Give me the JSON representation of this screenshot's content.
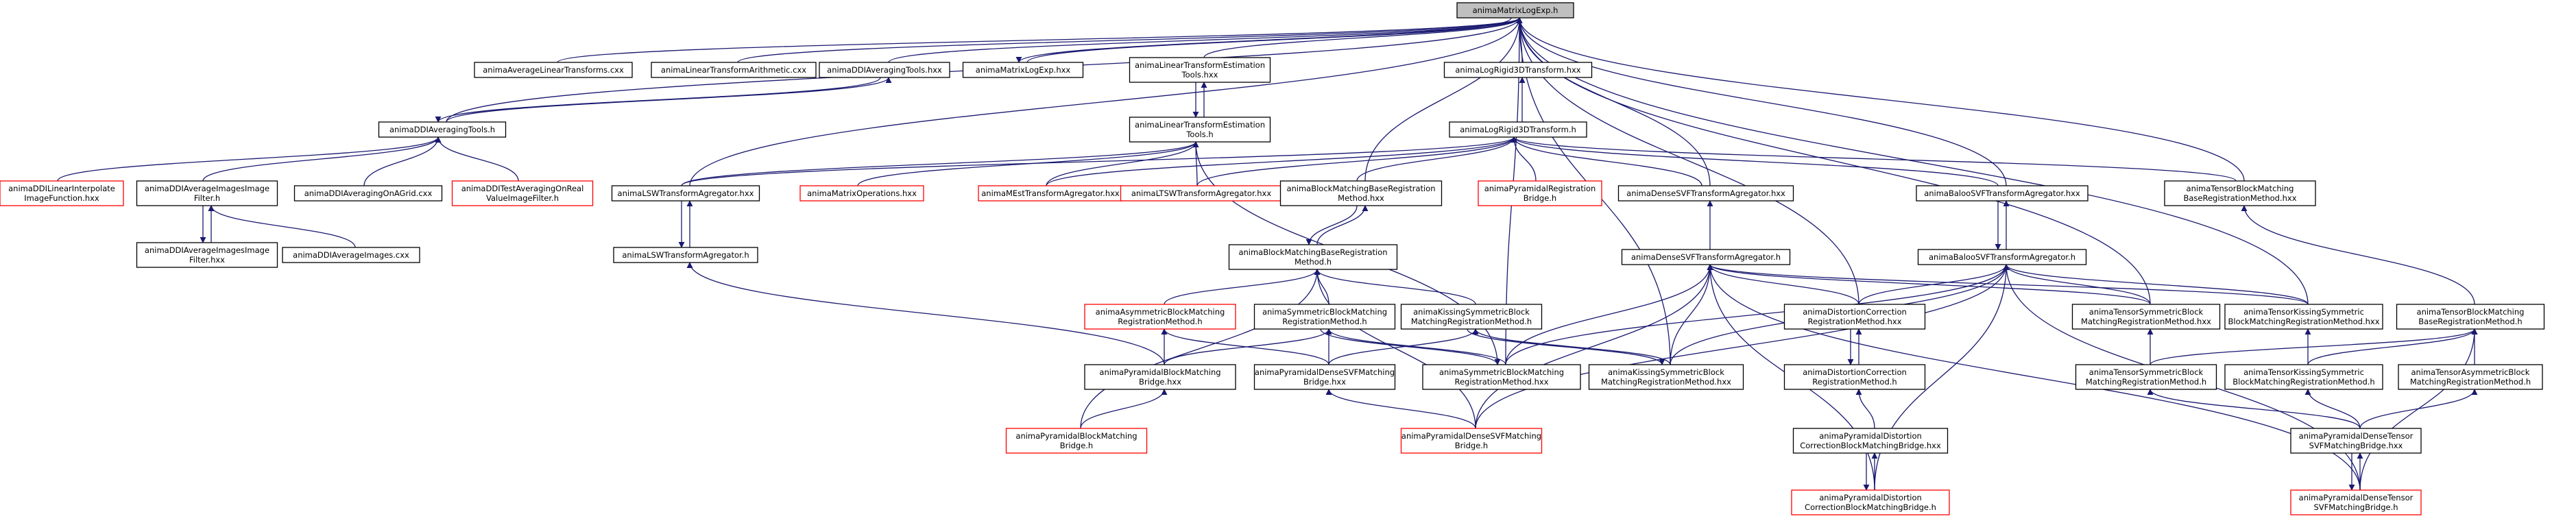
{
  "title": "animaMatrixLogExp.h",
  "colors": {
    "edge": "#191970",
    "root_fill": "#bfbfbf",
    "normal_border": "#000000",
    "undocumented_border": "#ff0000"
  },
  "nodes": [
    {
      "id": "n0",
      "lines": [
        "animaMatrixLogExp.h"
      ],
      "kind": "root"
    },
    {
      "id": "n1",
      "lines": [
        "animaAverageLinearTransforms.cxx"
      ],
      "kind": "black"
    },
    {
      "id": "n2",
      "lines": [
        "animaLinearTransformArithmetic.cxx"
      ],
      "kind": "black"
    },
    {
      "id": "n3",
      "lines": [
        "animaDDIAveragingTools.hxx"
      ],
      "kind": "black"
    },
    {
      "id": "n4",
      "lines": [
        "animaMatrixLogExp.hxx"
      ],
      "kind": "black"
    },
    {
      "id": "n5",
      "lines": [
        "animaLinearTransformEstimation",
        "Tools.hxx"
      ],
      "kind": "black"
    },
    {
      "id": "n6",
      "lines": [
        "animaLogRigid3DTransform.hxx"
      ],
      "kind": "black"
    },
    {
      "id": "n7",
      "lines": [
        "animaDDIAveragingTools.h"
      ],
      "kind": "black"
    },
    {
      "id": "n8",
      "lines": [
        "animaLinearTransformEstimation",
        "Tools.h"
      ],
      "kind": "black"
    },
    {
      "id": "n9",
      "lines": [
        "animaLogRigid3DTransform.h"
      ],
      "kind": "black"
    },
    {
      "id": "n10",
      "lines": [
        "animaDDILinearInterpolate",
        "ImageFunction.hxx"
      ],
      "kind": "red"
    },
    {
      "id": "n11",
      "lines": [
        "animaDDIAverageImagesImage",
        "Filter.h"
      ],
      "kind": "black"
    },
    {
      "id": "n12",
      "lines": [
        "animaDDIAveragingOnAGrid.cxx"
      ],
      "kind": "black"
    },
    {
      "id": "n13",
      "lines": [
        "animaDDITestAveragingOnReal",
        "ValueImageFilter.h"
      ],
      "kind": "red"
    },
    {
      "id": "n14",
      "lines": [
        "animaLSWTransformAgregator.hxx"
      ],
      "kind": "black"
    },
    {
      "id": "n15",
      "lines": [
        "animaMatrixOperations.hxx"
      ],
      "kind": "red"
    },
    {
      "id": "n16",
      "lines": [
        "animaMEstTransformAgregator.hxx"
      ],
      "kind": "red"
    },
    {
      "id": "n17",
      "lines": [
        "animaLTSWTransformAgregator.hxx"
      ],
      "kind": "red"
    },
    {
      "id": "n18",
      "lines": [
        "animaBlockMatchingBaseRegistration",
        "Method.hxx"
      ],
      "kind": "black"
    },
    {
      "id": "n19",
      "lines": [
        "animaPyramidalRegistration",
        "Bridge.h"
      ],
      "kind": "red"
    },
    {
      "id": "n20",
      "lines": [
        "animaDenseSVFTransformAgregator.hxx"
      ],
      "kind": "black"
    },
    {
      "id": "n21",
      "lines": [
        "animaBalooSVFTransformAgregator.hxx"
      ],
      "kind": "black"
    },
    {
      "id": "n22",
      "lines": [
        "animaTensorBlockMatching",
        "BaseRegistrationMethod.hxx"
      ],
      "kind": "black"
    },
    {
      "id": "n23",
      "lines": [
        "animaDDIAverageImagesImage",
        "Filter.hxx"
      ],
      "kind": "black"
    },
    {
      "id": "n24",
      "lines": [
        "animaDDIAverageImages.cxx"
      ],
      "kind": "black"
    },
    {
      "id": "n25",
      "lines": [
        "animaLSWTransformAgregator.h"
      ],
      "kind": "black"
    },
    {
      "id": "n26",
      "lines": [
        "animaBlockMatchingBaseRegistration",
        "Method.h"
      ],
      "kind": "black"
    },
    {
      "id": "n27",
      "lines": [
        "animaDenseSVFTransformAgregator.h"
      ],
      "kind": "black"
    },
    {
      "id": "n28",
      "lines": [
        "animaBalooSVFTransformAgregator.h"
      ],
      "kind": "black"
    },
    {
      "id": "n29",
      "lines": [
        "animaAsymmetricBlockMatching",
        "RegistrationMethod.h"
      ],
      "kind": "red"
    },
    {
      "id": "n30",
      "lines": [
        "animaSymmetricBlockMatching",
        "RegistrationMethod.h"
      ],
      "kind": "black"
    },
    {
      "id": "n31",
      "lines": [
        "animaKissingSymmetricBlock",
        "MatchingRegistrationMethod.h"
      ],
      "kind": "black"
    },
    {
      "id": "n32",
      "lines": [
        "animaDistortionCorrection",
        "RegistrationMethod.hxx"
      ],
      "kind": "black"
    },
    {
      "id": "n33",
      "lines": [
        "animaTensorSymmetricBlock",
        "MatchingRegistrationMethod.hxx"
      ],
      "kind": "black"
    },
    {
      "id": "n34",
      "lines": [
        "animaTensorKissingSymmetric",
        "BlockMatchingRegistrationMethod.hxx"
      ],
      "kind": "black"
    },
    {
      "id": "n35",
      "lines": [
        "animaTensorBlockMatching",
        "BaseRegistrationMethod.h"
      ],
      "kind": "black"
    },
    {
      "id": "n36",
      "lines": [
        "animaPyramidalBlockMatching",
        "Bridge.hxx"
      ],
      "kind": "black"
    },
    {
      "id": "n37",
      "lines": [
        "animaPyramidalDenseSVFMatching",
        "Bridge.hxx"
      ],
      "kind": "black"
    },
    {
      "id": "n38",
      "lines": [
        "animaSymmetricBlockMatching",
        "RegistrationMethod.hxx"
      ],
      "kind": "black"
    },
    {
      "id": "n39",
      "lines": [
        "animaKissingSymmetricBlock",
        "MatchingRegistrationMethod.hxx"
      ],
      "kind": "black"
    },
    {
      "id": "n40",
      "lines": [
        "animaDistortionCorrection",
        "RegistrationMethod.h"
      ],
      "kind": "black"
    },
    {
      "id": "n41",
      "lines": [
        "animaTensorSymmetricBlock",
        "MatchingRegistrationMethod.h"
      ],
      "kind": "black"
    },
    {
      "id": "n42",
      "lines": [
        "animaTensorKissingSymmetric",
        "BlockMatchingRegistrationMethod.h"
      ],
      "kind": "black"
    },
    {
      "id": "n43",
      "lines": [
        "animaTensorAsymmetricBlock",
        "MatchingRegistrationMethod.h"
      ],
      "kind": "black"
    },
    {
      "id": "n44",
      "lines": [
        "animaPyramidalBlockMatching",
        "Bridge.h"
      ],
      "kind": "red"
    },
    {
      "id": "n45",
      "lines": [
        "animaPyramidalDenseSVFMatching",
        "Bridge.h"
      ],
      "kind": "red"
    },
    {
      "id": "n46",
      "lines": [
        "animaPyramidalDistortion",
        "CorrectionBlockMatchingBridge.hxx"
      ],
      "kind": "black"
    },
    {
      "id": "n47",
      "lines": [
        "animaPyramidalDenseTensor",
        "SVFMatchingBridge.hxx"
      ],
      "kind": "black"
    },
    {
      "id": "n48",
      "lines": [
        "animaPyramidalDistortion",
        "CorrectionBlockMatchingBridge.h"
      ],
      "kind": "red"
    },
    {
      "id": "n49",
      "lines": [
        "animaPyramidalDenseTensor",
        "SVFMatchingBridge.h"
      ],
      "kind": "red"
    }
  ],
  "edges": [
    [
      "n1",
      "n0"
    ],
    [
      "n2",
      "n0"
    ],
    [
      "n3",
      "n0"
    ],
    [
      "n4",
      "n0"
    ],
    [
      "n5",
      "n0"
    ],
    [
      "n6",
      "n0"
    ],
    [
      "n7",
      "n0"
    ],
    [
      "n14",
      "n0"
    ],
    [
      "n18",
      "n0"
    ],
    [
      "n20",
      "n0"
    ],
    [
      "n21",
      "n0"
    ],
    [
      "n22",
      "n0"
    ],
    [
      "n32",
      "n0"
    ],
    [
      "n33",
      "n0"
    ],
    [
      "n34",
      "n0"
    ],
    [
      "n38",
      "n0"
    ],
    [
      "n39",
      "n0"
    ],
    [
      "n7",
      "n3"
    ],
    [
      "n0",
      "n4"
    ],
    [
      "n8",
      "n5"
    ],
    [
      "n9",
      "n6"
    ],
    [
      "n10",
      "n7"
    ],
    [
      "n11",
      "n7"
    ],
    [
      "n12",
      "n7"
    ],
    [
      "n13",
      "n7"
    ],
    [
      "n3",
      "n7"
    ],
    [
      "n5",
      "n8"
    ],
    [
      "n14",
      "n8"
    ],
    [
      "n15",
      "n8"
    ],
    [
      "n16",
      "n8"
    ],
    [
      "n17",
      "n8"
    ],
    [
      "n38",
      "n8"
    ],
    [
      "n14",
      "n9"
    ],
    [
      "n16",
      "n9"
    ],
    [
      "n17",
      "n9"
    ],
    [
      "n18",
      "n9"
    ],
    [
      "n19",
      "n9"
    ],
    [
      "n20",
      "n9"
    ],
    [
      "n21",
      "n9"
    ],
    [
      "n22",
      "n9"
    ],
    [
      "n23",
      "n11"
    ],
    [
      "n24",
      "n11"
    ],
    [
      "n11",
      "n23"
    ],
    [
      "n25",
      "n14"
    ],
    [
      "n14",
      "n25"
    ],
    [
      "n26",
      "n18"
    ],
    [
      "n18",
      "n26"
    ],
    [
      "n27",
      "n20"
    ],
    [
      "n28",
      "n21"
    ],
    [
      "n21",
      "n28"
    ],
    [
      "n35",
      "n22"
    ],
    [
      "n36",
      "n25"
    ],
    [
      "n29",
      "n26"
    ],
    [
      "n30",
      "n26"
    ],
    [
      "n31",
      "n26"
    ],
    [
      "n44",
      "n26"
    ],
    [
      "n45",
      "n26"
    ],
    [
      "n38",
      "n27"
    ],
    [
      "n39",
      "n27"
    ],
    [
      "n32",
      "n27"
    ],
    [
      "n33",
      "n27"
    ],
    [
      "n34",
      "n27"
    ],
    [
      "n45",
      "n27"
    ],
    [
      "n48",
      "n27"
    ],
    [
      "n49",
      "n27"
    ],
    [
      "n38",
      "n28"
    ],
    [
      "n39",
      "n28"
    ],
    [
      "n32",
      "n28"
    ],
    [
      "n33",
      "n28"
    ],
    [
      "n34",
      "n28"
    ],
    [
      "n45",
      "n28"
    ],
    [
      "n48",
      "n28"
    ],
    [
      "n49",
      "n28"
    ],
    [
      "n36",
      "n29"
    ],
    [
      "n37",
      "n29"
    ],
    [
      "n36",
      "n30"
    ],
    [
      "n37",
      "n30"
    ],
    [
      "n38",
      "n30"
    ],
    [
      "n30",
      "n38"
    ],
    [
      "n37",
      "n31"
    ],
    [
      "n39",
      "n31"
    ],
    [
      "n31",
      "n39"
    ],
    [
      "n40",
      "n32"
    ],
    [
      "n32",
      "n40"
    ],
    [
      "n41",
      "n33"
    ],
    [
      "n42",
      "n34"
    ],
    [
      "n41",
      "n35"
    ],
    [
      "n42",
      "n35"
    ],
    [
      "n43",
      "n35"
    ],
    [
      "n49",
      "n35"
    ],
    [
      "n44",
      "n36"
    ],
    [
      "n45",
      "n37"
    ],
    [
      "n46",
      "n40"
    ],
    [
      "n47",
      "n41"
    ],
    [
      "n47",
      "n42"
    ],
    [
      "n47",
      "n43"
    ],
    [
      "n48",
      "n46"
    ],
    [
      "n46",
      "n48"
    ],
    [
      "n49",
      "n47"
    ],
    [
      "n47",
      "n49"
    ]
  ]
}
